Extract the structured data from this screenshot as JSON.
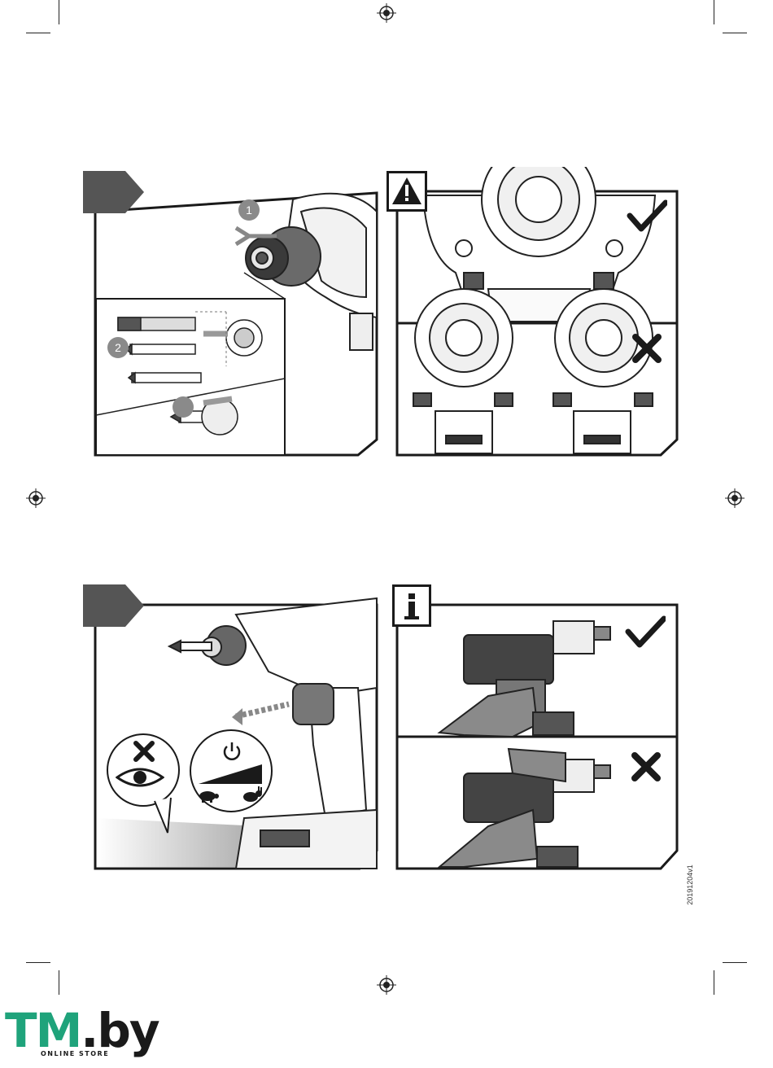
{
  "step1": {
    "callout_1": "1",
    "callout_2": "2"
  },
  "version_code": "20191204v1",
  "logo": {
    "part1": "TM",
    "part2": ".by",
    "subtitle": "ONLINE STORE"
  },
  "colors": {
    "logo_green": "#1fa37b",
    "logo_dark": "#1a1a1a",
    "badge_gray": "#555555",
    "callout_gray": "#8a8a8a"
  },
  "icons": {
    "warning": "warning-triangle-icon",
    "info": "info-icon",
    "correct": "check-mark-icon",
    "wrong": "cross-mark-icon",
    "power": "power-icon",
    "eye": "eye-icon",
    "slow": "turtle-icon",
    "fast": "rabbit-icon"
  }
}
